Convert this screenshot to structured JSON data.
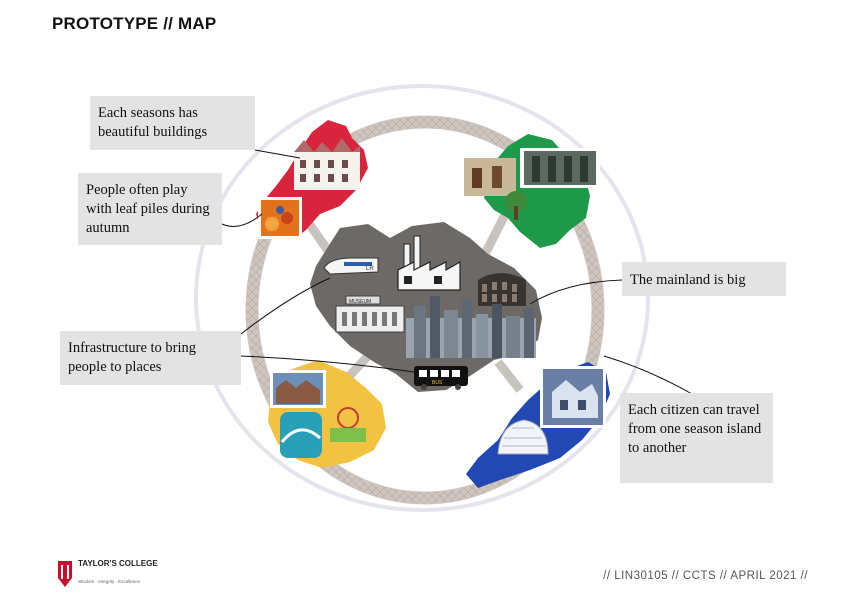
{
  "title": "PROTOTYPE // MAP",
  "callouts": {
    "buildings": "Each seasons has beautiful buildings",
    "leaf_piles": "People often play with leaf piles during autumn",
    "mainland": "The mainland is big",
    "infrastructure": "Infrastructure to bring people to places",
    "travel": "Each citizen can travel from one season island to another"
  },
  "map_labels": {
    "bus": "BUS",
    "train": "LR",
    "sign": "MUSEUM"
  },
  "footer": "// LIN30105 // CCTS // APRIL 2021 //",
  "logo": {
    "name": "TAYLOR'S COLLEGE",
    "tagline": "Wisdom · Integrity · Excellence"
  },
  "colors": {
    "autumn_island": "#d8243c",
    "spring_island": "#1f9a4a",
    "summer_island": "#f2c242",
    "winter_island": "#2248b4",
    "mainland": "#6d6966",
    "callout_bg": "#e3e3e3",
    "ring": "#cfc6c0"
  }
}
